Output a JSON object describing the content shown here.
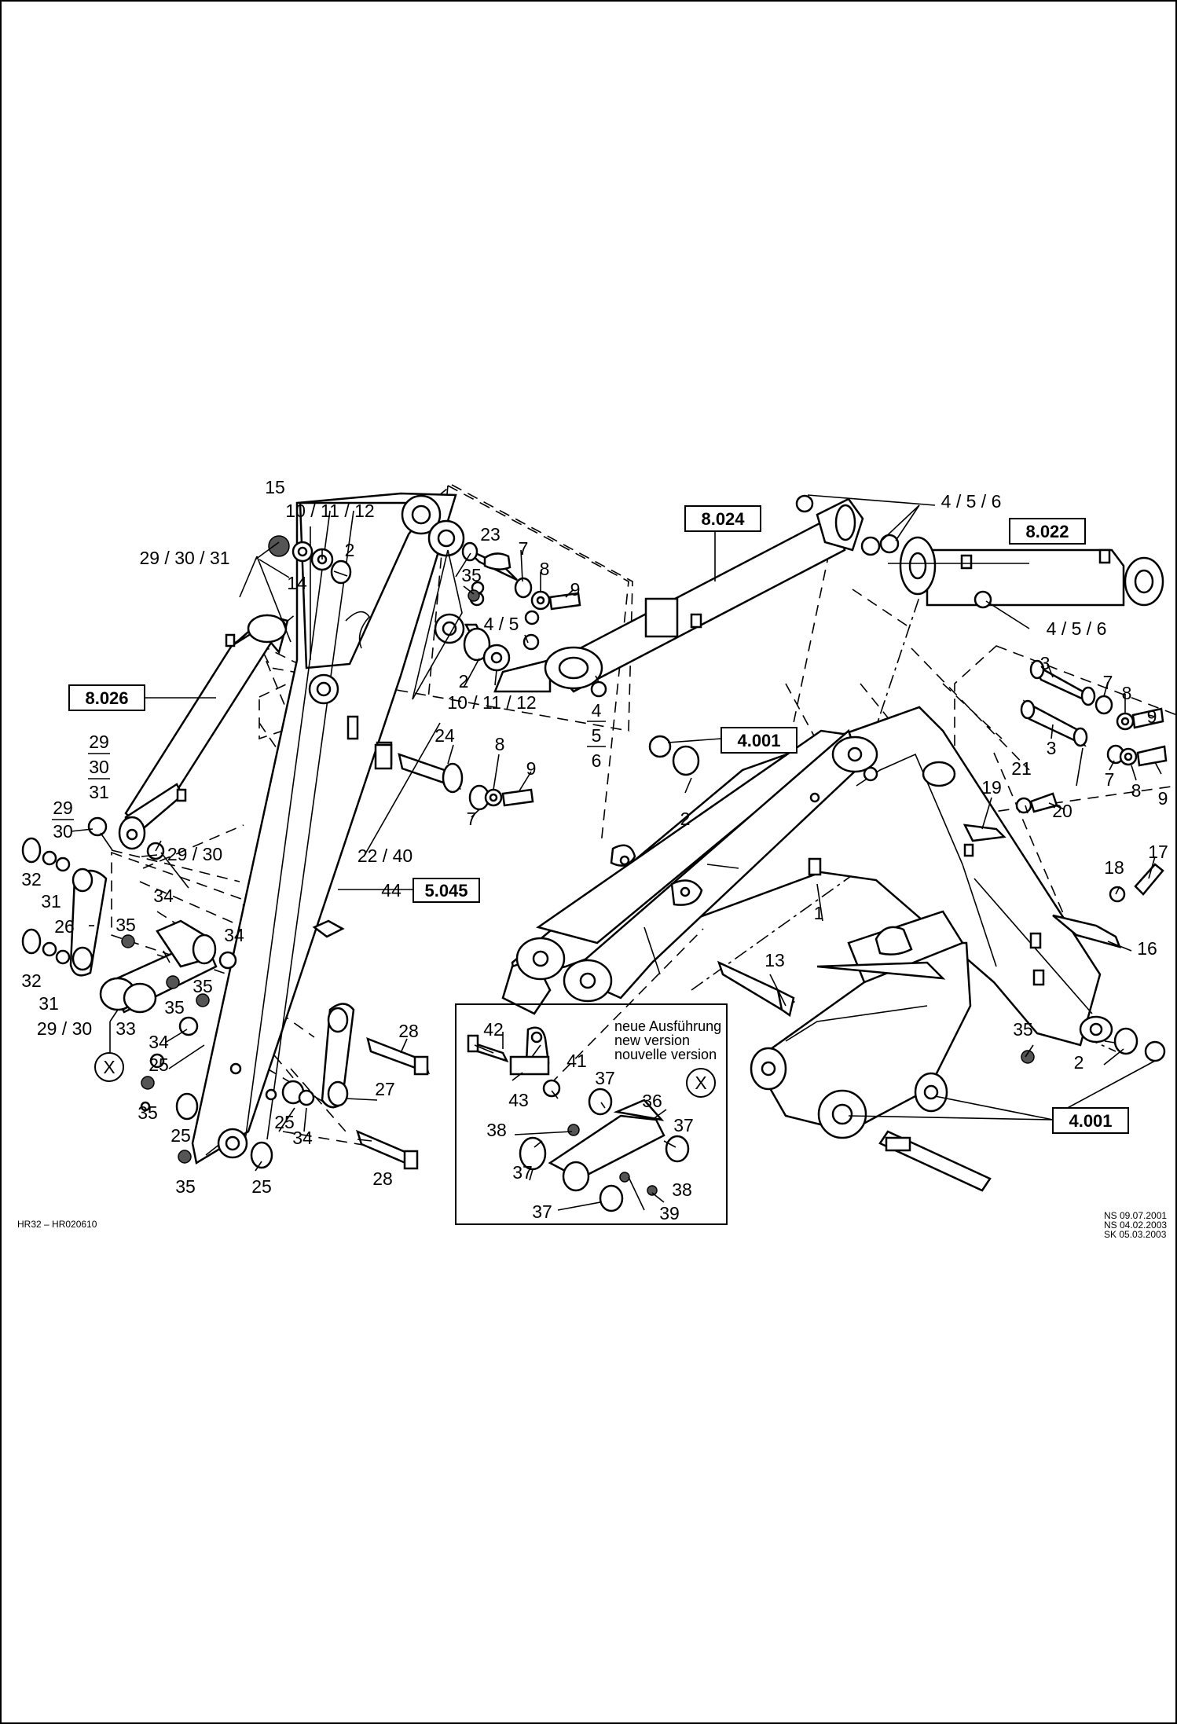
{
  "title": "",
  "drawing_id": "HR32 – HR020610",
  "revisions": [
    "NS  09.07.2001",
    "NS  04.02.2003",
    "SK  05.03.2003"
  ],
  "inset_note": [
    "neue Ausführung",
    "new version",
    "nouvelle version"
  ],
  "cross_refs": {
    "r8026": "8.026",
    "r8024": "8.024",
    "r8022": "8.022",
    "r4001a": "4.001",
    "r4001b": "4.001",
    "r5045": "5.045"
  },
  "callouts": {
    "c15": "15",
    "c10_11_12a": "10 / 11 / 12",
    "c14": "14",
    "c2a": "2",
    "c29_30_31a": "29 / 30 / 31",
    "c23": "23",
    "c7a": "7",
    "c35a": "35",
    "c8a": "8",
    "c9a": "9",
    "c4_5": "4 / 5",
    "c2b": "2",
    "c10_11_12b": "10 / 11 / 12",
    "c4b": "4",
    "c5b": "5",
    "c6b": "6",
    "c4_5_6a": "4 / 5 / 6",
    "c4_5_6b": "4 / 5 / 6",
    "c3a": "3",
    "c7b": "7",
    "c8b": "8",
    "c9b": "9",
    "c3b": "3",
    "c7c": "7",
    "c8c": "8",
    "c9c": "9",
    "c21": "21",
    "c19": "19",
    "c20": "20",
    "c2c": "2",
    "c24": "24",
    "c8d": "8",
    "c9d": "9",
    "c7d": "7",
    "c22_40": "22 / 40",
    "c44": "44",
    "c29f": "29",
    "c30f": "30",
    "c31f": "31",
    "c29g": "29",
    "c30g": "30",
    "c29_30a": "29 / 30",
    "c32a": "32",
    "c31a": "31",
    "c26": "26",
    "c34a": "34",
    "c35b": "35",
    "c34b": "34",
    "c35c": "35",
    "c35d": "35",
    "c32b": "32",
    "c31b": "31",
    "c29_30b": "29 / 30",
    "c33": "33",
    "c34c": "34",
    "c25a": "25",
    "c35e": "35",
    "c25b": "25",
    "c35f": "35",
    "c25c": "25",
    "c25d": "25",
    "c34d": "34",
    "c28a": "28",
    "c27": "27",
    "c28b": "28",
    "c1": "1",
    "c13": "13",
    "c18": "18",
    "c17": "17",
    "c16": "16",
    "c35g": "35",
    "c2d": "2",
    "c42": "42",
    "c41": "41",
    "c43": "43",
    "c37a": "37",
    "c36": "36",
    "c38a": "38",
    "c37b": "37",
    "c37c": "37",
    "c38b": "38",
    "c37d": "37",
    "c39": "39",
    "cXa": "X",
    "cXb": "X"
  }
}
